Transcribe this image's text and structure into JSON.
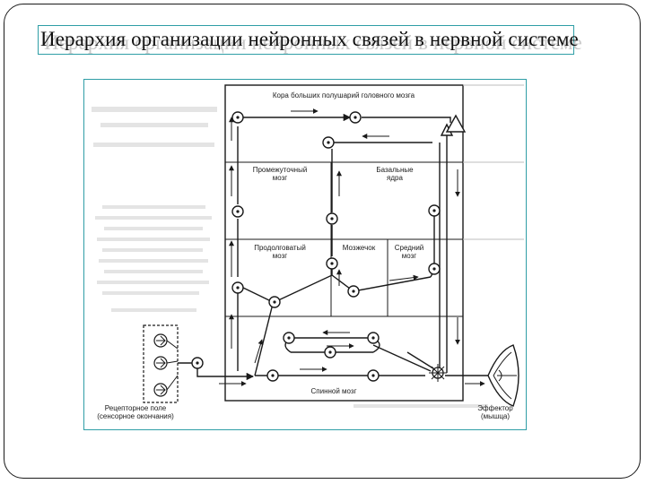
{
  "slide": {
    "title": "Иерархия организации нейронных связей в нервной системе"
  },
  "diagram": {
    "cortex": "Кора больших полушарий головного мозга",
    "diencephalon_line1": "Промежуточный",
    "diencephalon_line2": "мозг",
    "basal_line1": "Базальные",
    "basal_line2": "ядра",
    "medulla_line1": "Продолговатый",
    "medulla_line2": "мозг",
    "cerebellum": "Мозжечок",
    "midbrain_line1": "Средний",
    "midbrain_line2": "мозг",
    "spinal": "Спинной мозг",
    "receptor_line1": "Рецепторное поле",
    "receptor_line2": "(сенсорное окончания)",
    "effector_line1": "Эффектор",
    "effector_line2": "(мышца)"
  },
  "colors": {
    "frame": "#1a1a1a",
    "accent_border": "#2f9ea6",
    "line": "#1a1a1a"
  }
}
